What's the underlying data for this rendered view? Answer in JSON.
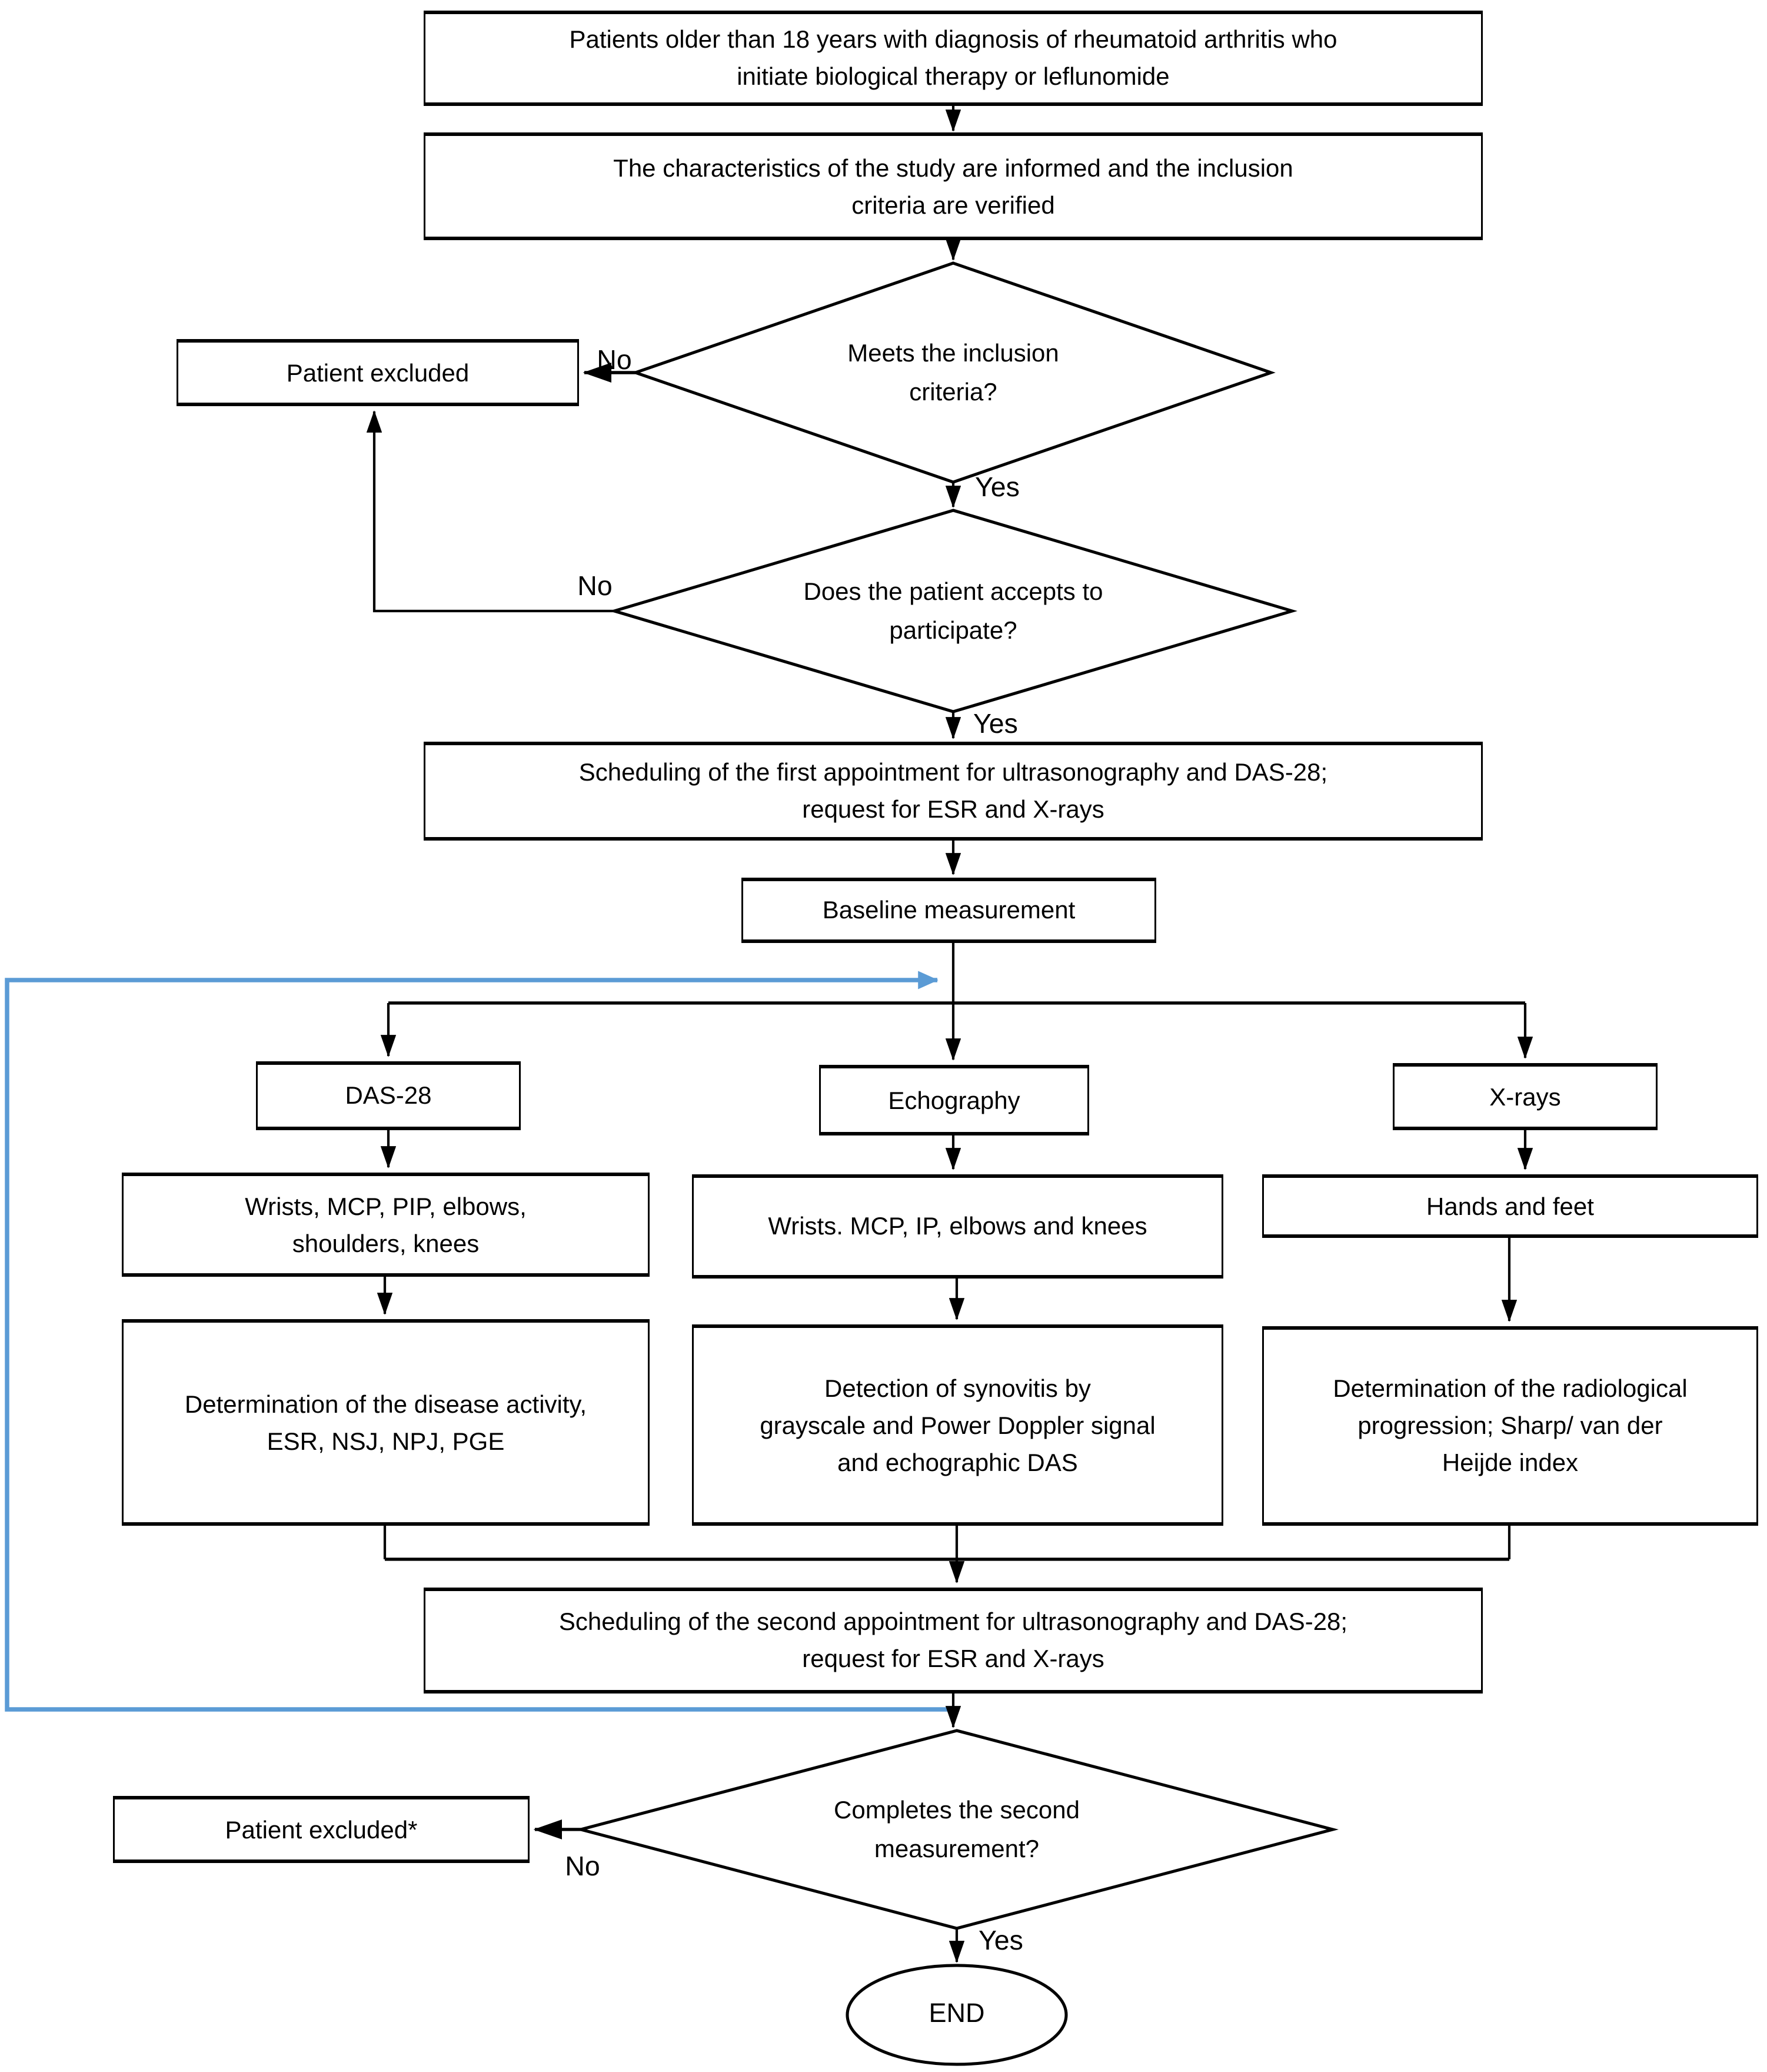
{
  "title": "Study flowchart",
  "boxes": {
    "patients": "Patients older than 18 years with diagnosis of rheumatoid arthritis who\ninitiate biological therapy or leflunomide",
    "characteristics": "The characteristics of the study are informed and the inclusion\ncriteria are verified",
    "patient_excluded_1": "Patient excluded",
    "scheduling_first": "Scheduling of the first appointment for ultrasonography and DAS-28;\nrequest for ESR and X-rays",
    "baseline": "Baseline measurement",
    "das28": "DAS-28",
    "echography": "Echography",
    "xrays": "X-rays",
    "das28_joints": "Wrists, MCP, PIP, elbows,\nshoulders, knees",
    "echo_joints": "Wrists. MCP, IP, elbows and knees",
    "xray_sites": "Hands and feet",
    "das28_outcome": "Determination of the disease activity,\nESR, NSJ, NPJ, PGE",
    "echo_outcome": "Detection of synovitis by\ngrayscale and Power Doppler signal\nand echographic DAS",
    "xray_outcome": "Determination of the radiological\nprogression; Sharp/ van der\nHeijde index",
    "scheduling_second": "Scheduling of the second appointment for ultrasonography and DAS-28;\nrequest for ESR and X-rays",
    "patient_excluded_2": "Patient excluded*"
  },
  "decisions": {
    "inclusion": "Meets the inclusion\ncriteria?",
    "participate": "Does the patient accepts to\nparticipate?",
    "second_measurement": "Completes the second\nmeasurement?"
  },
  "terminator": "END",
  "edge_labels": {
    "no_inclusion": "No",
    "yes_inclusion": "Yes",
    "no_participate": "No",
    "yes_participate": "Yes",
    "no_second": "No",
    "yes_second": "Yes"
  },
  "colors": {
    "line": "#000000",
    "loop_arrow": "#5B9BD5"
  }
}
